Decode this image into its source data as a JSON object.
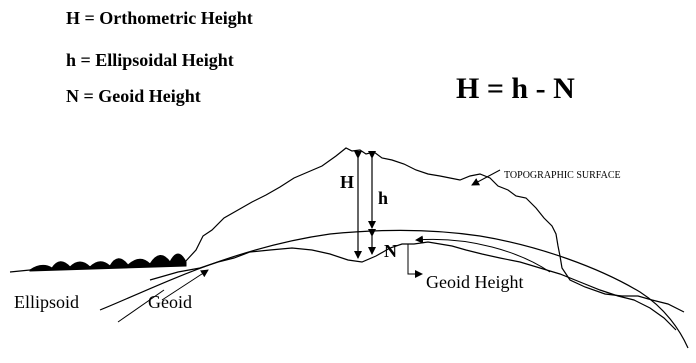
{
  "definitions": {
    "orthometric": "H = Orthometric Height",
    "ellipsoidal": "h = Ellipsoidal Height",
    "geoid": "N = Geoid Height"
  },
  "formula": "H = h - N",
  "labels": {
    "H": "H",
    "h": "h",
    "N": "N",
    "topographic_surface": "TOPOGRAPHIC SURFACE",
    "geoid_height": "Geoid Height",
    "ellipsoid": "Ellipsoid",
    "geoid": "Geoid"
  }
}
